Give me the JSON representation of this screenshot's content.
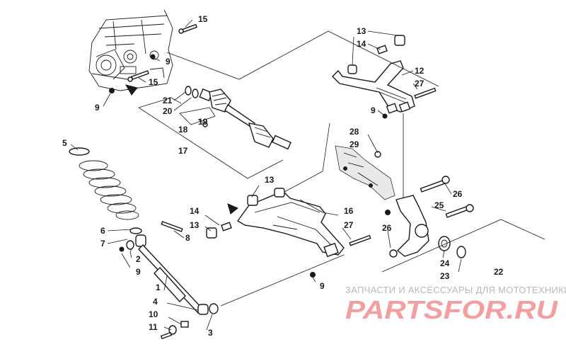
{
  "callouts": {
    "c15a": "15",
    "c15b": "15",
    "c13a": "13",
    "c13b": "13",
    "c13c": "13",
    "c14a": "14",
    "c14b": "14",
    "c12": "12",
    "c27a": "27",
    "c27b": "27",
    "c9a": "9",
    "c9b": "9",
    "c9c": "9",
    "c9d": "9",
    "c9e": "9",
    "c21": "21",
    "c20": "20",
    "c19": "19",
    "c18": "18",
    "c17": "17",
    "c5": "5",
    "c6": "6",
    "c7": "7",
    "c2": "2",
    "c8": "8",
    "c28": "28",
    "c29": "29",
    "c16": "16",
    "c26a": "26",
    "c26b": "26",
    "c25": "25",
    "c24": "24",
    "c23": "23",
    "c22": "22",
    "c1": "1",
    "c4": "4",
    "c10": "10",
    "c11": "11",
    "c3": "3"
  },
  "watermark": {
    "caption": "ЗАПЧАСТИ И АКСЕССУАРЫ ДЛЯ МОТОТЕХНИКИ",
    "logo": "PARTSFOR.RU",
    "color": "#f08080"
  }
}
